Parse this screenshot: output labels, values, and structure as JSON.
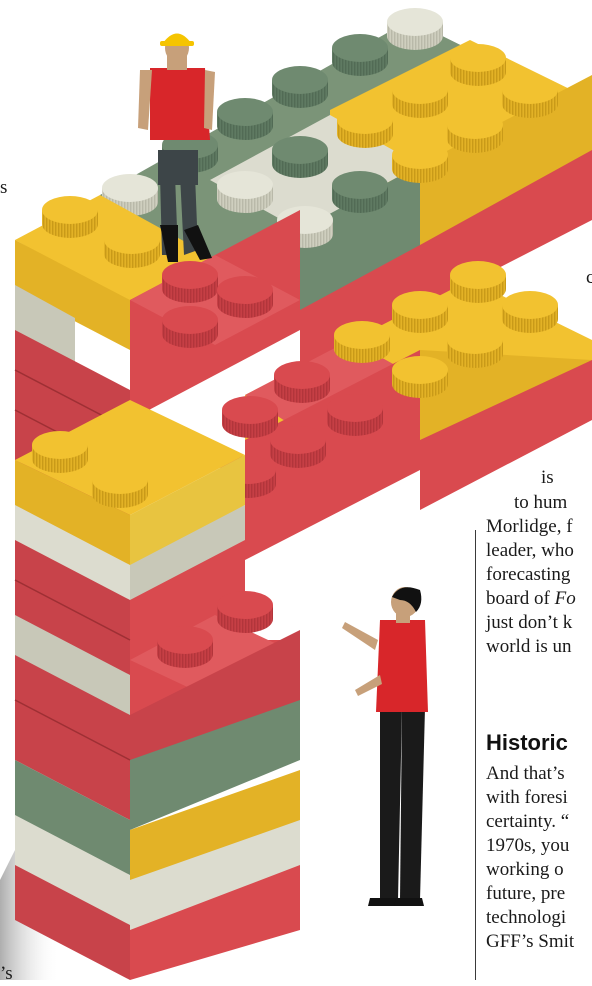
{
  "left_fragments": [
    {
      "text": "s"
    },
    {
      "text": "’s"
    }
  ],
  "right_fragments": [
    {
      "text": "c"
    },
    {
      "text": "is"
    }
  ],
  "body_lines": [
    "to hum",
    "Morlidge, f",
    "leader, who",
    "forecasting",
    "board of ",
    "just don’t k",
    "world is un"
  ],
  "body_italic_fragment": "Fo",
  "section_heading": "Historic",
  "section_lines": [
    "And that’s",
    "with foresi",
    "certainty. “",
    "1970s, you",
    "working o",
    "future, pre",
    "technologi",
    "GFF’s Smit"
  ],
  "colors": {
    "brick_red": "#d94a4f",
    "brick_yellow": "#f2c230",
    "brick_green": "#6f8a70",
    "brick_cream": "#dcdccf",
    "shirt_red": "#d8262a",
    "helmet_yellow": "#f5c400"
  }
}
